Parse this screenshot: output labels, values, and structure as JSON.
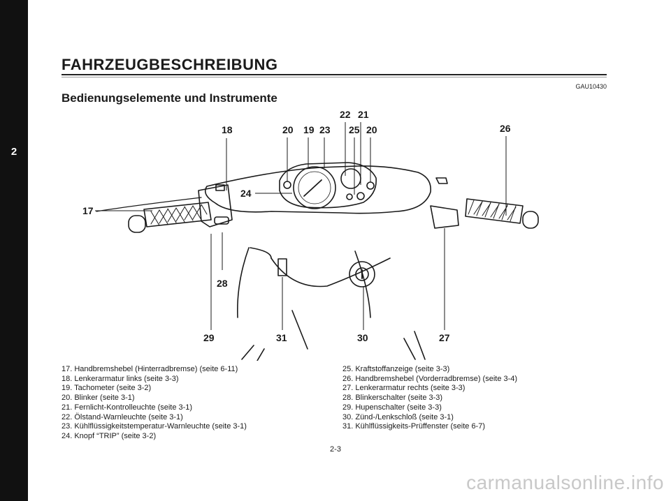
{
  "chapter_tab": "2",
  "section_title": "FAHRZEUGBESCHREIBUNG",
  "doc_code": "GAU10430",
  "subtitle": "Bedienungselemente und Instrumente",
  "callouts": {
    "c17": "17",
    "c18": "18",
    "c19": "19",
    "c20a": "20",
    "c20b": "20",
    "c21": "21",
    "c22": "22",
    "c23": "23",
    "c24": "24",
    "c25": "25",
    "c26": "26",
    "c27": "27",
    "c28": "28",
    "c29": "29",
    "c30": "30",
    "c31": "31"
  },
  "legend_left": [
    "17. Handbremshebel (Hinterradbremse) (seite 6-11)",
    "18. Lenkerarmatur links (seite 3-3)",
    "19. Tachometer (seite 3-2)",
    "20. Blinker (seite 3-1)",
    "21. Fernlicht-Kontrolleuchte (seite 3-1)",
    "22. Ölstand-Warnleuchte (seite 3-1)",
    "23. Kühlflüssigkeitstemperatur-Warnleuchte (seite 3-1)",
    "24. Knopf “TRIP” (seite 3-2)"
  ],
  "legend_right": [
    "25. Kraftstoffanzeige (seite 3-3)",
    "26. Handbremshebel (Vorderradbremse) (seite 3-4)",
    "27. Lenkerarmatur rechts (seite 3-3)",
    "28. Blinkerschalter (seite 3-3)",
    "29. Hupenschalter (seite 3-3)",
    "30. Zünd-/Lenkschloß (seite 3-1)",
    "31. Kühlflüssigkeits-Prüffenster (seite 6-7)"
  ],
  "page_number": "2-3",
  "watermark": "carmanualsonline.info"
}
